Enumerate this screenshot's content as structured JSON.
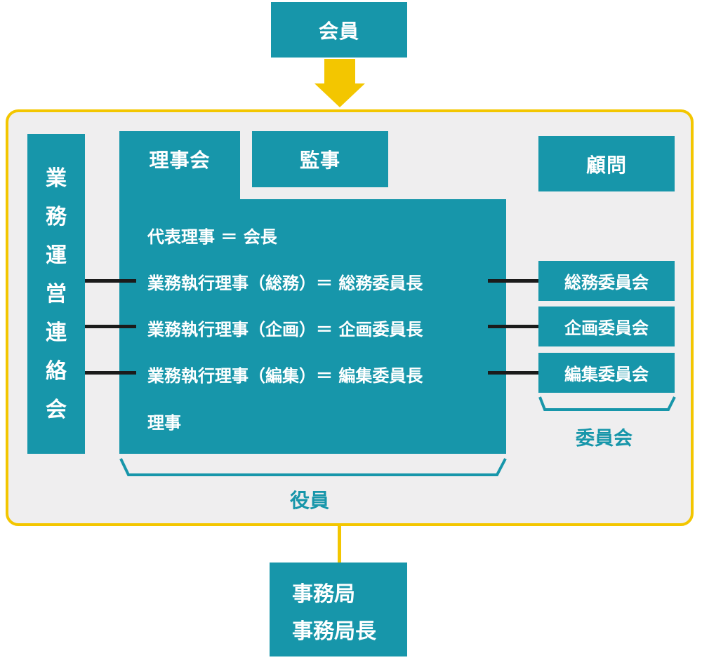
{
  "member": "会員",
  "board": "理事会",
  "auditor": "監事",
  "advisor": "顧問",
  "liaison_chars": [
    "業",
    "務",
    "運",
    "営",
    "連",
    "絡",
    "会"
  ],
  "board_rows": [
    "代表理事 ＝ 会長",
    "業務執行理事（総務）＝ 総務委員長",
    "業務執行理事（企画）＝ 企画委員長",
    "業務執行理事（編集）＝ 編集委員長",
    "理事"
  ],
  "committees": [
    "総務委員会",
    "企画委員会",
    "編集委員会"
  ],
  "committees_label": "委員会",
  "officers_label": "役員",
  "secretariat": {
    "line1": "事務局",
    "line2": "事務局長"
  },
  "colors": {
    "teal": "#1796aa",
    "yellow": "#f3c600",
    "bg": "#efeeef",
    "connector": "#1b1b1b"
  }
}
